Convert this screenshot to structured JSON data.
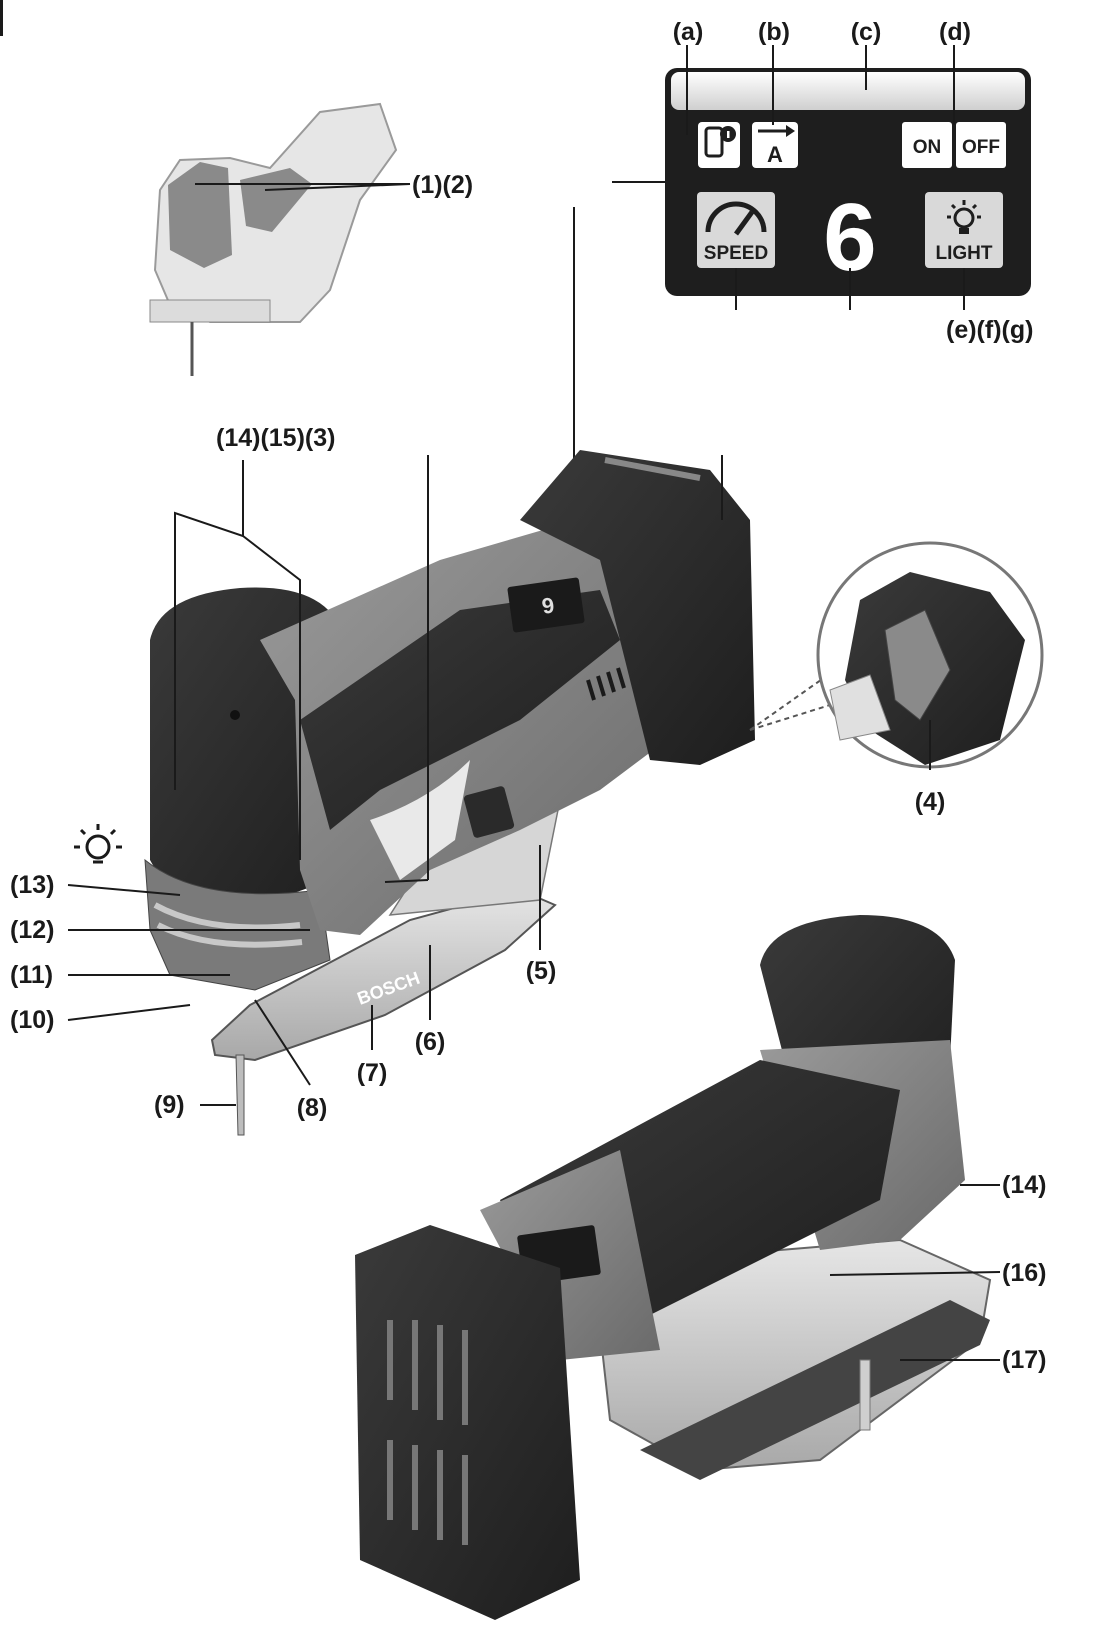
{
  "display": {
    "callouts": {
      "a": "(a)",
      "b": "(b)",
      "c": "(c)",
      "d": "(d)",
      "efg": "(e)(f)(g)"
    },
    "on_label": "ON",
    "off_label": "OFF",
    "auto_label": "A",
    "speed_label": "SPEED",
    "light_label": "LIGHT",
    "digit": "6"
  },
  "labels": {
    "p1_2": "(1)(2)",
    "p14_15_3": "(14)(15)(3)",
    "p4": "(4)",
    "p5": "(5)",
    "p6": "(6)",
    "p7": "(7)",
    "p8": "(8)",
    "p9": "(9)",
    "p10": "(10)",
    "p11": "(11)",
    "p12": "(12)",
    "p13": "(13)",
    "p14": "(14)",
    "p16": "(16)",
    "p17": "(17)"
  },
  "tool_display_digit": "6",
  "brand": "BOSCH"
}
